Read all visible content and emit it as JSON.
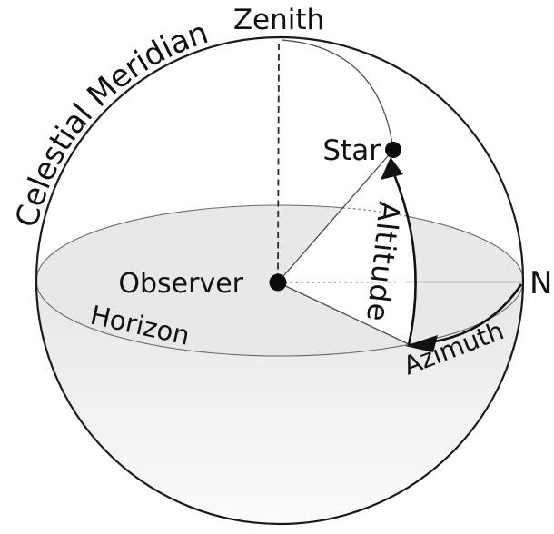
{
  "diagram": {
    "description": "Horizontal coordinate system celestial sphere diagram",
    "labels": {
      "zenith": "Zenith",
      "celestial_meridian": "Celestial Meridian",
      "star": "Star",
      "observer": "Observer",
      "horizon": "Horizon",
      "altitude": "Altitude",
      "azimuth": "Azimuth",
      "north": "N"
    },
    "colors": {
      "background": "#ffffff",
      "sphere_outline": "#1a1a1a",
      "thin_line": "#4a4a4a",
      "horizon_disk_fill": "#e8e8e8",
      "lower_hemisphere_top": "#e6e6e6",
      "lower_hemisphere_bottom": "#fbfbfb",
      "arrow_color": "#111111",
      "text_color": "#111111"
    }
  }
}
